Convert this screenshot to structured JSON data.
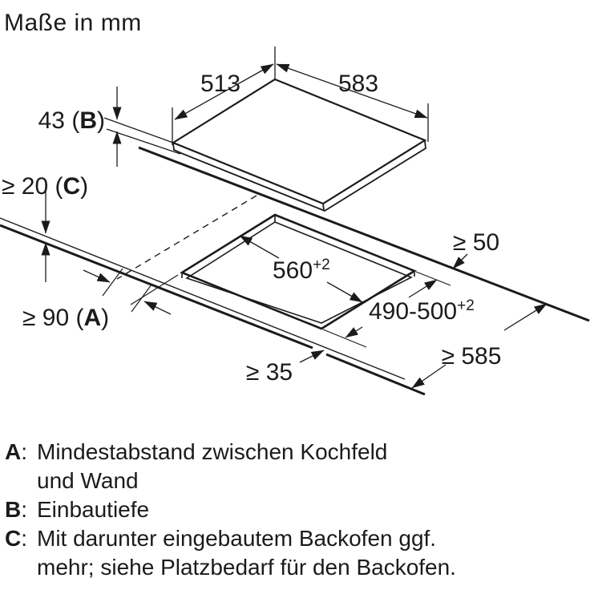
{
  "title": "Maße in mm",
  "diagram": {
    "dims": {
      "width_top": "513",
      "width_right": "583",
      "depth_pre": "43 (",
      "depth_key": "B",
      "depth_post": ")",
      "clearance_pre": "≥ 20 (",
      "clearance_key": "C",
      "clearance_post": ")",
      "cutout_width": "560",
      "cutout_width_sup": "+2",
      "cutout_depth": "490-500",
      "cutout_depth_sup": "+2",
      "rear_distance": "≥ 50",
      "worktop_depth": "≥ 585",
      "front_distance": "≥ 35",
      "wall_pre": "≥ 90 (",
      "wall_key": "A",
      "wall_post": ")"
    },
    "line_color": "#1b1b1b"
  },
  "legend": {
    "a": {
      "key": "A",
      "colon": ":",
      "line1": "Mindestabstand zwischen Kochfeld",
      "line2": "und Wand"
    },
    "b": {
      "key": "B",
      "colon": ":",
      "line1": "Einbautiefe"
    },
    "c": {
      "key": "C",
      "colon": ":",
      "line1": "Mit darunter eingebautem Backofen ggf.",
      "line2": "mehr; siehe Platzbedarf für den Backofen."
    }
  }
}
